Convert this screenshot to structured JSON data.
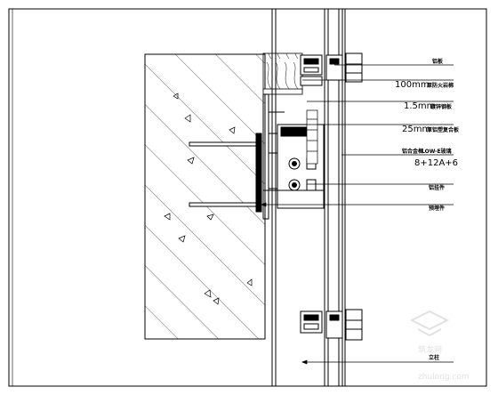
{
  "labels": {
    "l1": "铝板",
    "l2_size": "100mm",
    "l2_text": "厚防火岩棉",
    "l3_size": "1.5mm",
    "l3_text": "镀锌钢板",
    "l4_size": "25mm",
    "l4_text": "厚铝塑复合板",
    "l5_text": "铝合金框",
    "l5_code": "LOW-E玻璃",
    "l5_spec": "8+12A+6",
    "l6": "铝挂件",
    "l7": "预埋件",
    "l8": "立柱"
  },
  "watermark": {
    "cn": "筑龙网",
    "url": "zhulong.com"
  },
  "colors": {
    "line": "#000000",
    "background": "#ffffff",
    "watermark": "#c8c8c8"
  }
}
